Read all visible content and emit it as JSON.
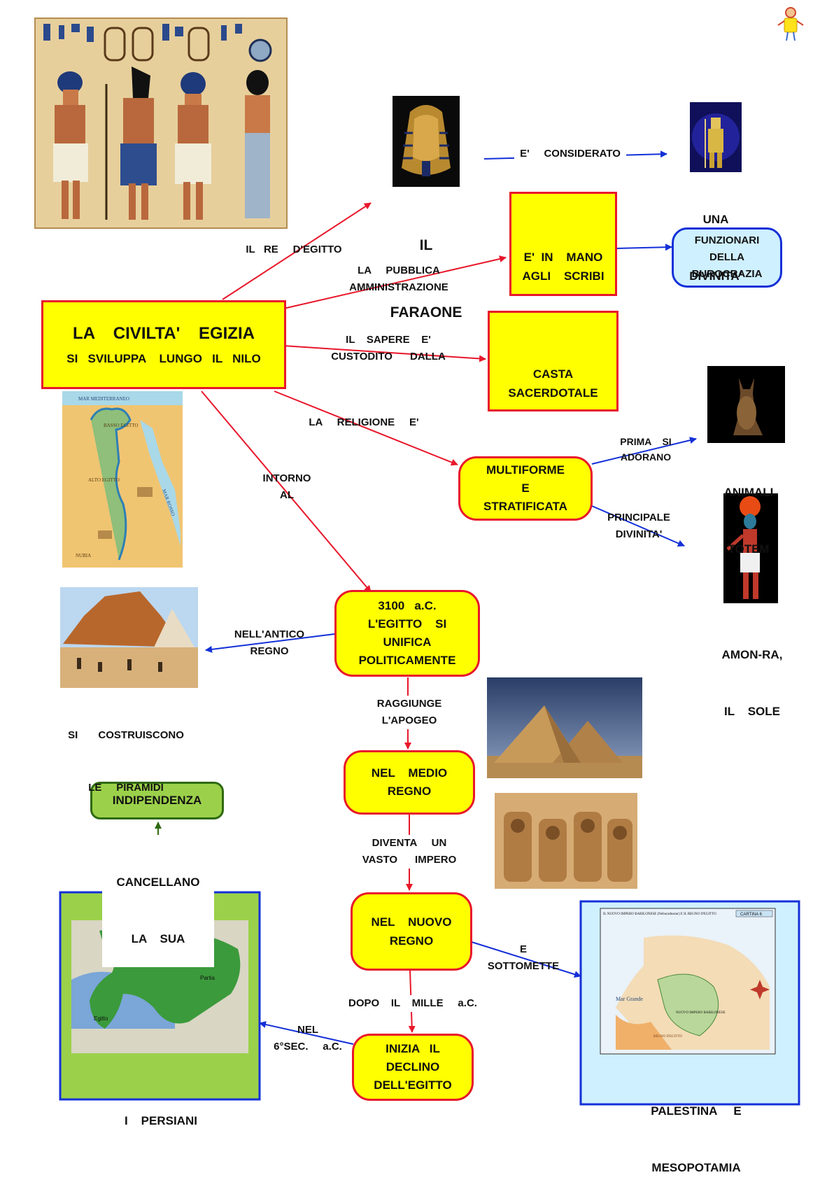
{
  "nodes": {
    "main": {
      "title": "LA    CIVILTA'    EGIZIA",
      "subtitle": "SI   SVILUPPA    LUNGO   IL   NILO"
    },
    "scribi": [
      "E'  IN    MANO",
      "AGLI    SCRIBI"
    ],
    "funzionari": [
      "FUNZIONARI",
      "DELLA",
      "BUROCRAZIA"
    ],
    "casta": [
      "CASTA",
      "SACERDOTALE"
    ],
    "multiforme": [
      "MULTIFORME",
      "E",
      "STRATIFICATA"
    ],
    "unifica": [
      "3100   a.C.",
      "L'EGITTO    SI",
      "UNIFICA",
      "POLITICAMENTE"
    ],
    "medio": [
      "NEL    MEDIO",
      "REGNO"
    ],
    "nuovo": [
      "NEL    NUOVO",
      "REGNO"
    ],
    "declino": [
      "INIZIA   IL",
      "DECLINO",
      "DELL'EGITTO"
    ],
    "indipendenza": "INDIPENDENZA"
  },
  "captions": {
    "faraone": [
      "IL",
      "FARAONE"
    ],
    "divinita": [
      "UNA",
      "DIVINITA'"
    ],
    "animali": [
      "ANIMALI",
      "TOTEM"
    ],
    "amon": [
      "AMON-RA,",
      "IL    SOLE"
    ],
    "piramidi": [
      "SI       COSTRUISCONO",
      "LE     PIRAMIDI"
    ],
    "persiani": "I    PERSIANI",
    "palestina": [
      "PALESTINA     E",
      "MESOPOTAMIA"
    ],
    "cancellano": [
      "CANCELLANO",
      "LA    SUA"
    ]
  },
  "links": {
    "re": "IL   RE     D'EGITTO",
    "considerato": "E'     CONSIDERATO",
    "amministrazione": "LA     PUBBLICA\nAMMINISTRAZIONE",
    "sapere": "IL    SAPERE    E'\nCUSTODITO      DALLA",
    "religione": "LA     RELIGIONE     E'",
    "prima": "PRIMA    SI\nADORANO",
    "principale": "PRINCIPALE\nDIVINITA'",
    "intorno": "INTORNO\nAL",
    "antico": "NELL'ANTICO\nREGNO",
    "apogeo": "RAGGIUNGE\nL'APOGEO",
    "vasto": "DIVENTA     UN\nVASTO      IMPERO",
    "sottomette": "E\nSOTTOMETTE",
    "mille": "DOPO    IL    MILLE     a.C.",
    "sesto": "NEL\n6°SEC.     a.C."
  },
  "map_texts": {
    "egypt_sea": "MAR MEDITERRANEO",
    "egypt_lower": "BASSO EGITTO",
    "egypt_upper": "ALTO EGITTO",
    "egypt_nubia": "NUBIA",
    "egypt_red": "MAR ROSSO",
    "persia_egitto": "Egitto",
    "persia_parti": "Partia",
    "babylon_title": "IL NUOVO IMPERO BABILONESE (Nebucadnezar) E IL REGNO D'EGITTO",
    "babylon_tab": "CARTINA 6",
    "babylon_impero": "NUOVO IMPERO BABILONESE",
    "babylon_regno": "REGNO D'EGITTO",
    "babylon_sea": "Mar Grande"
  },
  "colors": {
    "red_arrow": "#e8172a",
    "blue_arrow": "#1430d8",
    "green_arrow": "#2f6a12",
    "node_fill": "#ffff00"
  }
}
